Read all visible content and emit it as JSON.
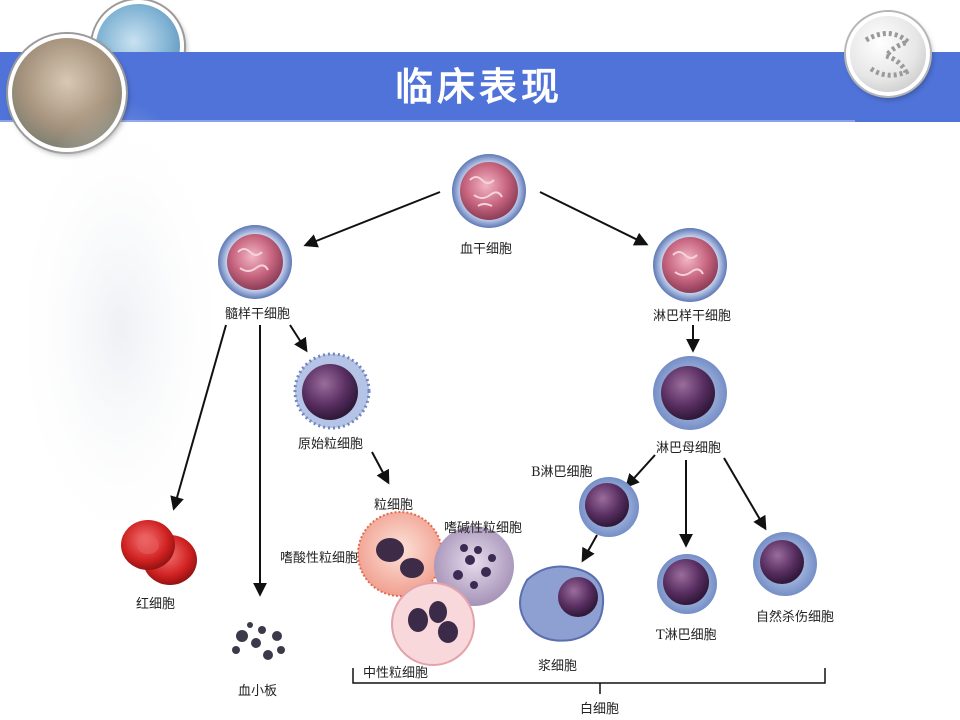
{
  "slide": {
    "title": "临床表现"
  },
  "diagram": {
    "nodes": {
      "stem_cell": "血干细胞",
      "myeloid_stem": "髓样干细胞",
      "lymphoid_stem": "淋巴样干细胞",
      "myeloblast": "原始粒细胞",
      "granulocyte": "粒细胞",
      "eosinophil": "嗜酸性粒细胞",
      "basophil": "嗜碱性粒细胞",
      "neutrophil": "中性粒细胞",
      "red_cell": "红细胞",
      "platelet": "血小板",
      "lymphoblast": "淋巴母细胞",
      "b_lymphocyte": "B淋巴细胞",
      "plasma_cell": "浆细胞",
      "t_lymphocyte": "T淋巴细胞",
      "nk_cell": "自然杀伤细胞",
      "white_cell": "白细胞"
    }
  }
}
